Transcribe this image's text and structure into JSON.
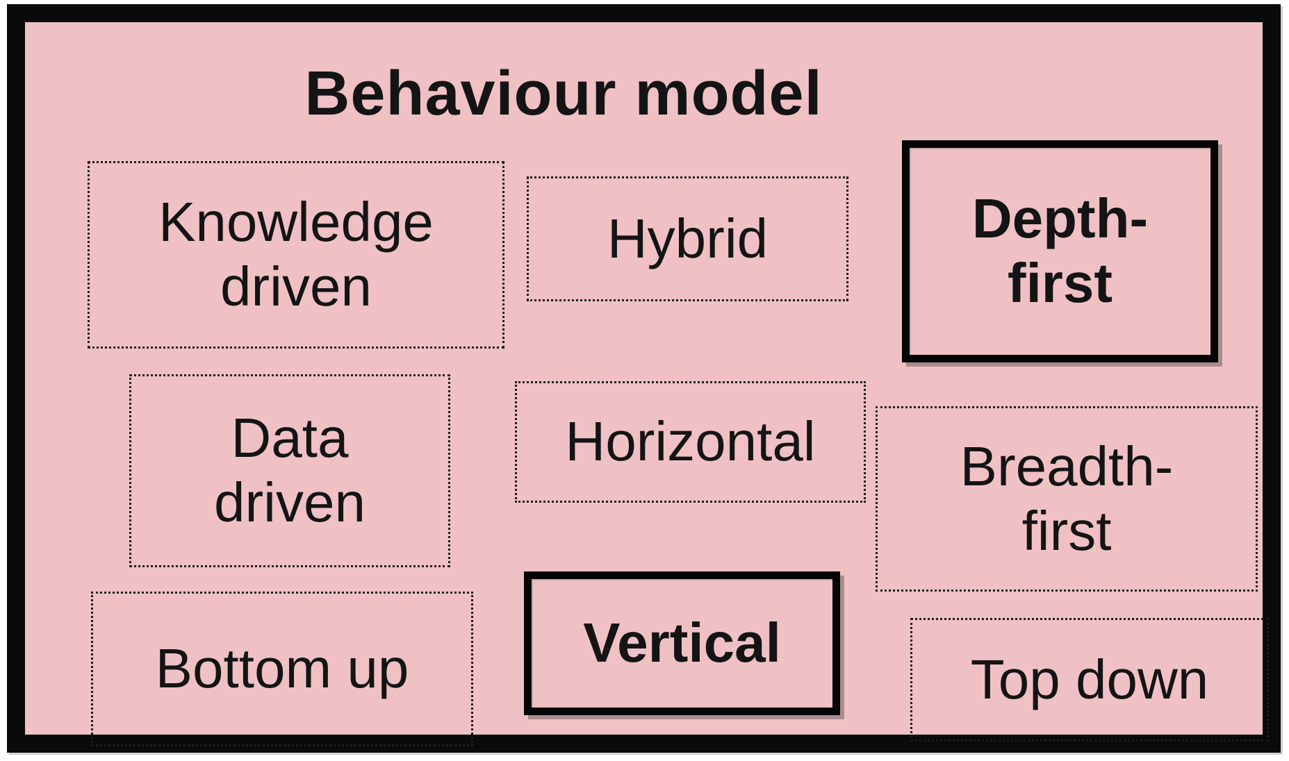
{
  "diagram": {
    "title": "Behaviour model",
    "colors": {
      "background": "#f0c1c4",
      "frame": "#0a0a0a",
      "text": "#141414"
    },
    "boxes": [
      {
        "id": "knowledge-driven",
        "label": "Knowledge\ndriven",
        "border": "dotted",
        "emphasis": false
      },
      {
        "id": "hybrid",
        "label": "Hybrid",
        "border": "dotted",
        "emphasis": false
      },
      {
        "id": "depth-first",
        "label": "Depth-\nfirst",
        "border": "solid",
        "emphasis": true
      },
      {
        "id": "data-driven",
        "label": "Data\ndriven",
        "border": "dotted",
        "emphasis": false
      },
      {
        "id": "horizontal",
        "label": "Horizontal",
        "border": "dotted",
        "emphasis": false
      },
      {
        "id": "breadth-first",
        "label": "Breadth-\nfirst",
        "border": "dotted",
        "emphasis": false
      },
      {
        "id": "bottom-up",
        "label": "Bottom up",
        "border": "dotted",
        "emphasis": false
      },
      {
        "id": "vertical",
        "label": "Vertical",
        "border": "solid",
        "emphasis": true
      },
      {
        "id": "top-down",
        "label": "Top down",
        "border": "dotted",
        "emphasis": false
      }
    ]
  }
}
